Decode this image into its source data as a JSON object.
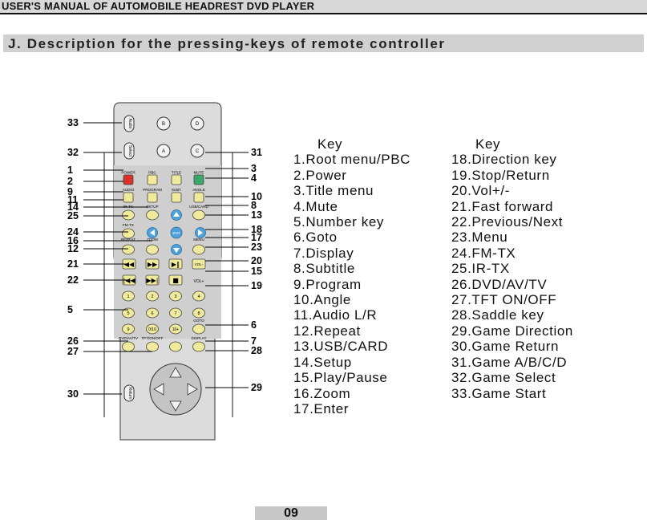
{
  "header": {
    "title": "USER'S MANUAL OF AUTOMOBILE HEADREST DVD PLAYER"
  },
  "section": {
    "title": "J. Description for the pressing-keys of remote controller"
  },
  "left_column": {
    "heading": "Key",
    "items": [
      "1.Root menu/PBC",
      "2.Power",
      "3.Title menu",
      "4.Mute",
      "5.Number key",
      "6.Goto",
      "7.Display",
      "8.Subtitle",
      "9.Program",
      "10.Angle",
      "11.Audio L/R",
      "12.Repeat",
      "13.USB/CARD",
      "14.Setup",
      "15.Play/Pause",
      "16.Zoom",
      "17.Enter"
    ]
  },
  "right_column": {
    "heading": "Key",
    "items": [
      "18.Direction key",
      "19.Stop/Return",
      "20.Vol+/-",
      "21.Fast forward",
      "22.Previous/Next",
      "23.Menu",
      "24.FM-TX",
      "25.IR-TX",
      "26.DVD/AV/TV",
      "27.TFT ON/OFF",
      "28.Saddle key",
      "29.Game Direction",
      "30.Game Return",
      "31.Game A/B/C/D",
      "32.Game Select",
      "33.Game Start"
    ]
  },
  "remote": {
    "callouts_left": [
      "33",
      "32",
      "1",
      "2",
      "9",
      "11",
      "14",
      "25",
      "24",
      "16",
      "12",
      "21",
      "22",
      "5",
      "26",
      "27",
      "30"
    ],
    "callouts_right": [
      "31",
      "3",
      "4",
      "10",
      "8",
      "13",
      "18",
      "17",
      "23",
      "20",
      "15",
      "19",
      "6",
      "7",
      "28",
      "29"
    ],
    "game_buttons": [
      "A",
      "B",
      "C",
      "D"
    ],
    "small_labels": {
      "audio": "Audio",
      "game_select": "Select",
      "game_return": "Return",
      "power": "POWER",
      "pbc": "PBC",
      "title": "TITLE",
      "mute": "MUTE",
      "audio_lr": "AUDIO",
      "program": "PROGRAM",
      "subt": "SUBT",
      "angle": "ANGLE",
      "ir_tx": "IR-TX",
      "setup": "SETUP",
      "usb_card": "USB/CARD",
      "fm_tx": "FM-TX",
      "enter": "ENT",
      "repeat": "REPEAT",
      "zoom": "ZOOM",
      "menu": "MENU",
      "vol_minus": "VOL-",
      "vol_plus": "VOL+",
      "goto": "GOTO",
      "dvd_av_tv": "DVD/AV/TV",
      "tft_on_off": "TFT/ON/OFF",
      "display": "DISPLAY",
      "ten_plus": "10+",
      "zero_ten": "0/10"
    },
    "number_keys": [
      "1",
      "2",
      "3",
      "4",
      "5",
      "6",
      "7",
      "8",
      "9"
    ]
  },
  "page_number": "09",
  "colors": {
    "header_bg": "#d8d8d8",
    "section_bg": "#d0d0d0",
    "remote_body": "#dcdcdc",
    "key_yellow": "#f0ea9c",
    "key_red": "#d9312d",
    "key_green": "#3aa86a",
    "key_blue": "#4ea2dc"
  }
}
